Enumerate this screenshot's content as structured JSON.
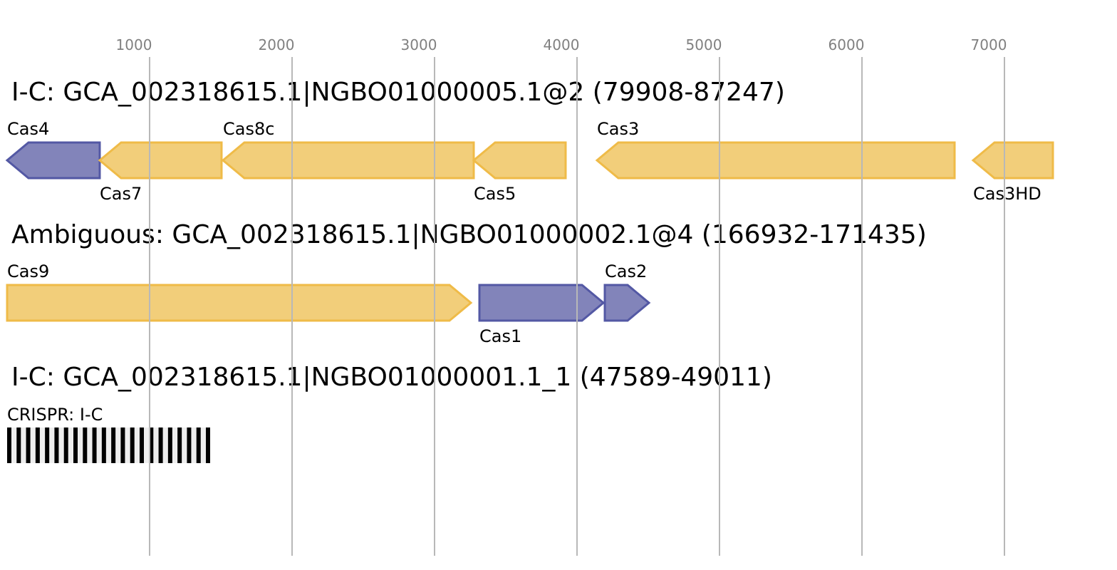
{
  "chart_data": {
    "type": "gene-map",
    "axis": {
      "unit": "bp",
      "ticks": [
        1000,
        2000,
        3000,
        4000,
        5000,
        6000,
        7000
      ],
      "tick_labels": [
        "1000",
        "2000",
        "3000",
        "4000",
        "5000",
        "6000",
        "7000"
      ],
      "range": [
        0,
        7790
      ],
      "grid": true
    },
    "colors": {
      "core_fill": "#7b7db6",
      "core_stroke": "#5358a4",
      "accessory_fill": "#f1cb73",
      "accessory_stroke": "#efbb48",
      "crispr_repeat": "#000000",
      "crispr_spacer": "#eeeeee"
    },
    "tracks": [
      {
        "title": "I-C: GCA_002318615.1|NGBO01000005.1@2 (79908-87247)",
        "genes": [
          {
            "name": "Cas4",
            "start": 0,
            "end": 650,
            "strand": "-",
            "group": "core",
            "label_pos": "above"
          },
          {
            "name": "Cas7",
            "start": 650,
            "end": 1505,
            "strand": "-",
            "group": "accessory",
            "label_pos": "below"
          },
          {
            "name": "Cas8c",
            "start": 1515,
            "end": 3275,
            "strand": "-",
            "group": "accessory",
            "label_pos": "above"
          },
          {
            "name": "Cas5",
            "start": 3275,
            "end": 3920,
            "strand": "-",
            "group": "accessory",
            "label_pos": "below"
          },
          {
            "name": "Cas3",
            "start": 4140,
            "end": 6650,
            "strand": "-",
            "group": "accessory",
            "label_pos": "above"
          },
          {
            "name": "Cas3HD",
            "start": 6780,
            "end": 7340,
            "strand": "-",
            "group": "accessory",
            "label_pos": "below"
          }
        ]
      },
      {
        "title": "Ambiguous: GCA_002318615.1|NGBO01000002.1@4 (166932-171435)",
        "genes": [
          {
            "name": "Cas9",
            "start": 0,
            "end": 3255,
            "strand": "+",
            "group": "accessory",
            "label_pos": "above"
          },
          {
            "name": "Cas1",
            "start": 3315,
            "end": 4185,
            "strand": "+",
            "group": "core",
            "label_pos": "below"
          },
          {
            "name": "Cas2",
            "start": 4195,
            "end": 4505,
            "strand": "+",
            "group": "core",
            "label_pos": "above"
          }
        ]
      },
      {
        "title": "I-C: GCA_002318615.1|NGBO01000001.1_1 (47589-49011)",
        "crispr": {
          "label": "CRISPR: I-C",
          "start": 0,
          "end": 1425,
          "repeats": 22
        }
      }
    ]
  }
}
